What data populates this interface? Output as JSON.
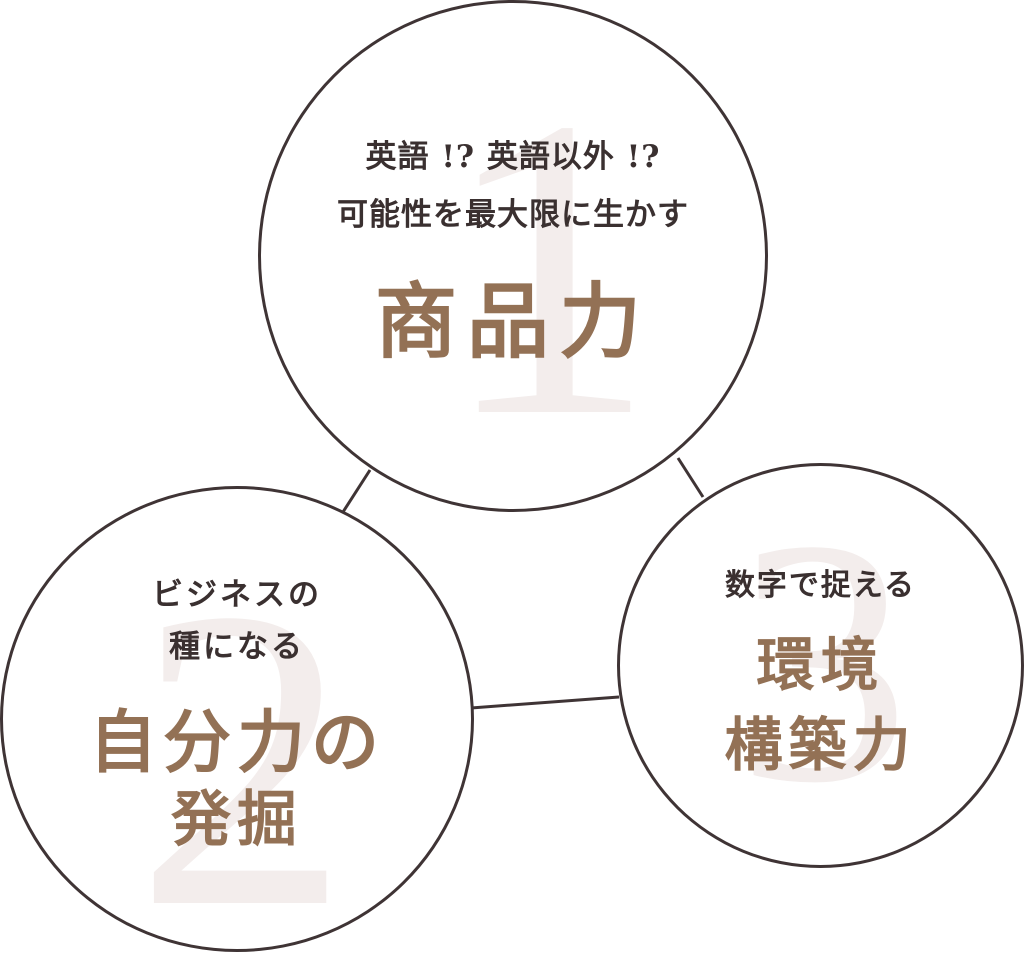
{
  "circles": [
    {
      "number": "1",
      "subtitle_lines": [
        "英語 !? 英語以外 !?",
        "可能性を最大限に生かす"
      ],
      "title_lines": [
        "商品力"
      ]
    },
    {
      "number": "2",
      "subtitle_lines": [
        "ビジネスの",
        "種になる"
      ],
      "title_lines": [
        "自分力の",
        "発掘"
      ]
    },
    {
      "number": "3",
      "subtitle_lines": [
        "数字で捉える"
      ],
      "title_lines": [
        "環境",
        "構築力"
      ]
    }
  ],
  "colors": {
    "outline": "#3f3435",
    "title": "#937155",
    "subtitle": "#3a3030",
    "numeral": "#f3edec"
  }
}
